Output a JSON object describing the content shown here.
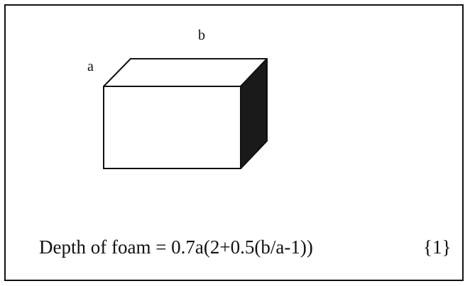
{
  "labels": {
    "a": "a",
    "b": "b"
  },
  "formula": {
    "text": "Depth of foam = 0.7a(2+0.5(b/a-1))",
    "equation_number": "{1}"
  },
  "colors": {
    "ink": "#111111",
    "shade": "#1a1a1a",
    "paper": "#ffffff"
  }
}
